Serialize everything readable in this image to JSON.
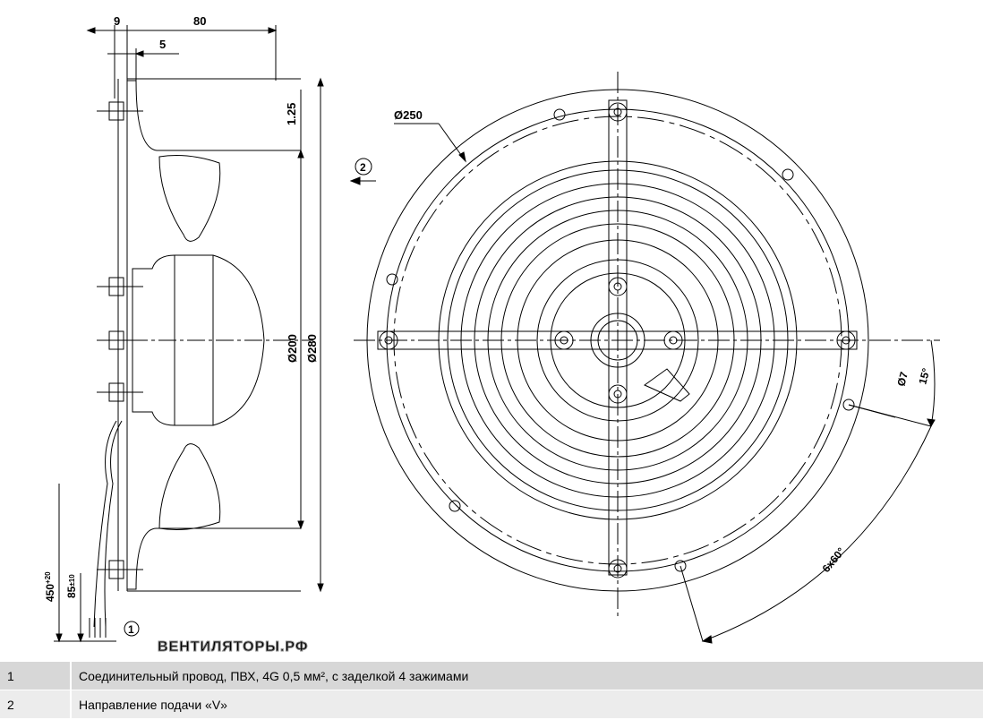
{
  "side_view": {
    "dim_9": "9",
    "dim_80": "80",
    "dim_5": "5",
    "dim_1_25": "1.25",
    "dim_d200": "Ø200",
    "dim_d280": "Ø280",
    "dim_450": "450",
    "dim_450_tol": "+20",
    "dim_85": "85",
    "dim_85_tol": "±10",
    "callout_1": "1"
  },
  "front_view": {
    "dim_d250": "Ø250",
    "dim_d7": "Ø7",
    "dim_15deg": "15°",
    "dim_6x60": "6x60°",
    "callout_2": "2"
  },
  "watermark": "ВЕНТИЛЯТОРЫ.РФ",
  "legend": [
    {
      "num": "1",
      "text": "Соединительный провод, ПВХ, 4G 0,5 мм², с заделкой 4 зажимами"
    },
    {
      "num": "2",
      "text": "Направление подачи «V»"
    }
  ]
}
